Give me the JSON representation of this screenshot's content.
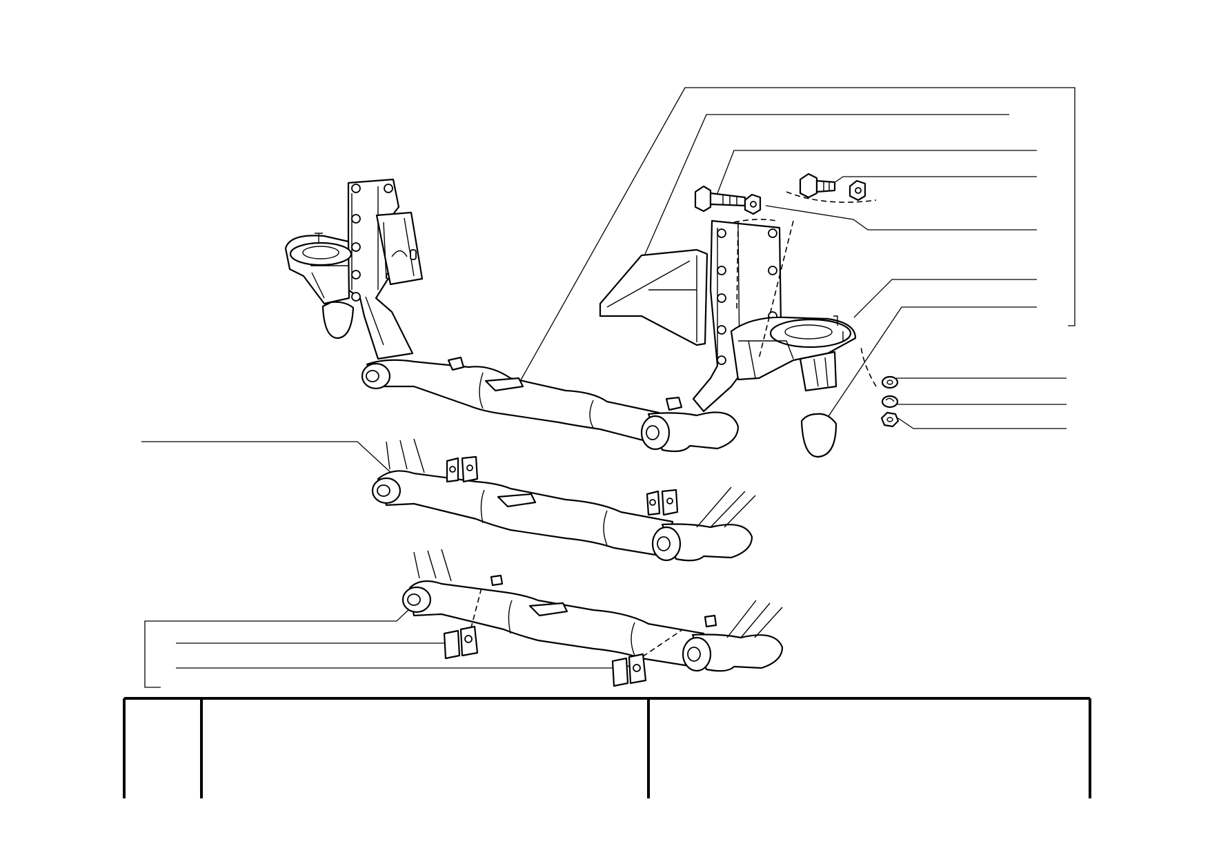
{
  "diagram": {
    "type": "exploded-parts-view",
    "parts": [
      {
        "id": "upper-crossmember-assembly"
      },
      {
        "id": "middle-crossmember-variant"
      },
      {
        "id": "lower-crossmember-variant"
      },
      {
        "id": "left-shock-mount-bracket"
      },
      {
        "id": "right-shock-mount-bracket"
      },
      {
        "id": "right-frame-bracket"
      },
      {
        "id": "bolt-1"
      },
      {
        "id": "nut-1"
      },
      {
        "id": "bolt-2"
      },
      {
        "id": "nut-2"
      },
      {
        "id": "flat-washer"
      },
      {
        "id": "spring-washer"
      },
      {
        "id": "hex-nut"
      },
      {
        "id": "bump-stop-left"
      },
      {
        "id": "bump-stop-right"
      },
      {
        "id": "small-bracket-1"
      },
      {
        "id": "small-bracket-2"
      }
    ],
    "leader_count": 14
  },
  "table": {
    "columns": 3,
    "header": []
  }
}
